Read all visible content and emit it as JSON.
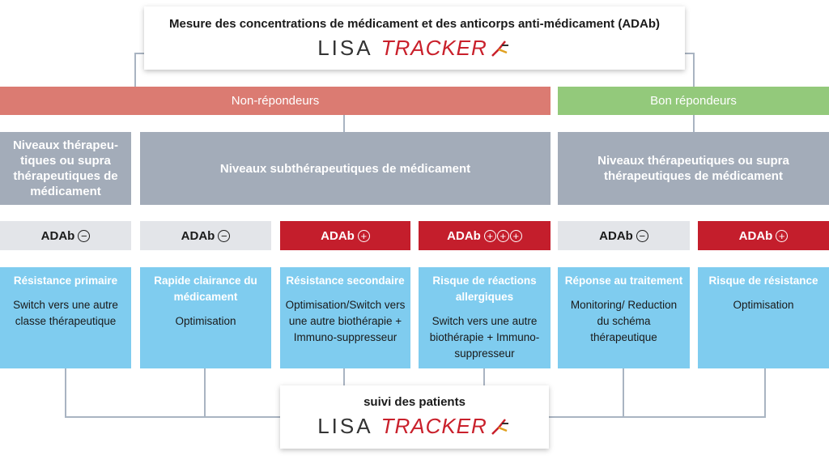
{
  "top": {
    "title": "Mesure des concentrations de médicament et des anticorps anti-médicament (ADAb)",
    "logo_left": "LISA",
    "logo_right": "TRACKER"
  },
  "bottom": {
    "title": "suivi des patients",
    "logo_left": "LISA",
    "logo_right": "TRACKER"
  },
  "groups": {
    "non": "Non-répondeurs",
    "bon": "Bon répondeurs"
  },
  "levels": {
    "l1": "Niveaux thérapeu-tiques ou supra thérapeutiques de médicament",
    "l2": "Niveaux subthérapeutiques de médicament",
    "l3": "Niveaux  thérapeutiques ou supra thérapeutiques  de médicament"
  },
  "adab_label": "ADAb",
  "adab": [
    {
      "sign": "−"
    },
    {
      "sign": "−"
    },
    {
      "sign": "+"
    },
    {
      "sign": "+"
    },
    {
      "sign": "−"
    },
    {
      "sign": "+"
    }
  ],
  "cards": [
    {
      "title": "Résistance primaire",
      "body": "Switch vers une autre classe thérapeutique"
    },
    {
      "title": "Rapide clairance du médicament",
      "body": "Optimisation"
    },
    {
      "title": "Résistance secondaire",
      "body": "Optimisation/Switch vers une autre biothérapie + Immuno-suppresseur"
    },
    {
      "title": "Risque de réactions allergiques",
      "body": "Switch vers une autre biothérapie + Immuno-suppresseur"
    },
    {
      "title": "Réponse au traitement",
      "body": "Monitoring/ Reduction du schéma thérapeutique"
    },
    {
      "title": "Risque de résistance",
      "body": "Optimisation"
    }
  ],
  "colors": {
    "non": "#db7b72",
    "bon": "#93c97b",
    "grey": "#a3acb9",
    "red": "#c41e2c",
    "blue": "#7fccef",
    "line": "#a9b4c2"
  }
}
